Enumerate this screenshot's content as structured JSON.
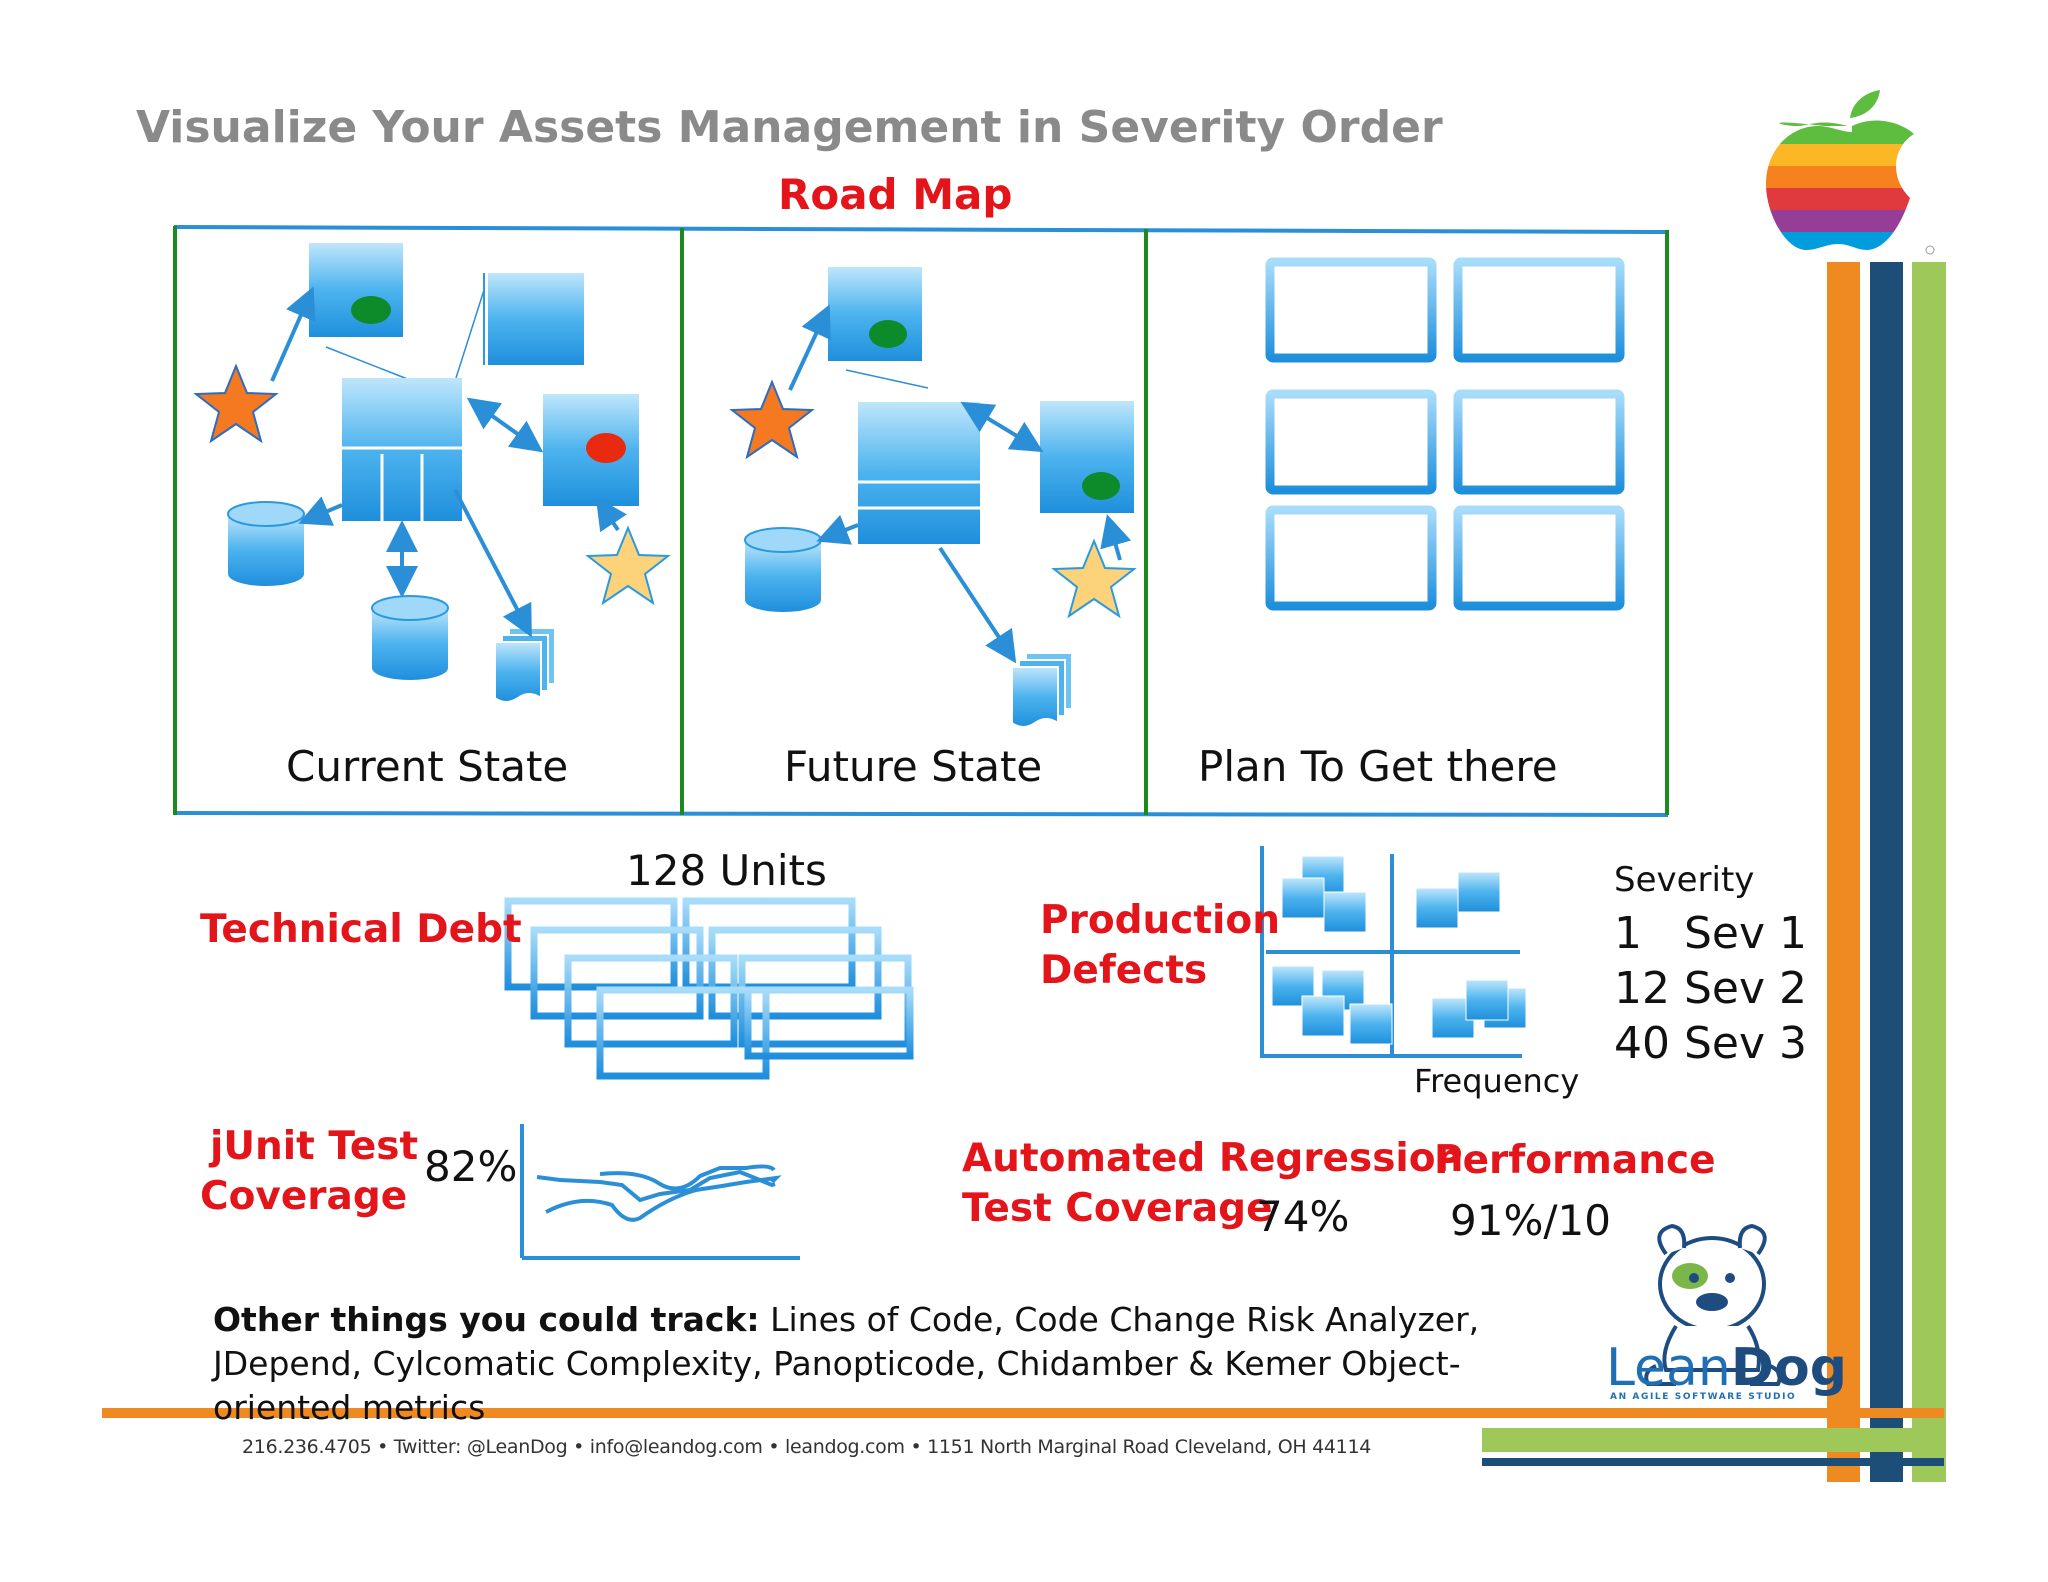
{
  "header": {
    "title": "Visualize Your Assets Management in Severity Order",
    "roadmap_label": "Road Map"
  },
  "roadmap_panels": [
    {
      "label": "Current State"
    },
    {
      "label": "Future State"
    },
    {
      "label": "Plan To Get there"
    }
  ],
  "metrics": {
    "technical_debt": {
      "label": "Technical Debt",
      "value": "128 Units"
    },
    "production_defects": {
      "label_line1": "Production",
      "label_line2": "Defects",
      "axis_label": "Frequency",
      "severity_title": "Severity",
      "severities": [
        "1   Sev 1",
        "12 Sev 2",
        "40 Sev 3"
      ]
    },
    "junit": {
      "label_line1": "jUnit Test",
      "label_line2": "Coverage",
      "value": "82%"
    },
    "regression": {
      "label_line1": "Automated Regression",
      "label_line2": "Test Coverage",
      "value": "74%"
    },
    "performance": {
      "label": "Performance",
      "value": "91%/10"
    }
  },
  "other_tracking": {
    "lead": "Other things you could track:",
    "text": " Lines of Code, Code Change Risk Analyzer, JDepend, Cylcomatic Complexity, Panopticode, Chidamber & Kemer Object-oriented metrics"
  },
  "branding": {
    "logo_name_part1": "Lean",
    "logo_name_part2": "Dog",
    "logo_tagline": "AN AGILE SOFTWARE STUDIO",
    "contact_line": "216.236.4705 • Twitter: @LeanDog • info@leandog.com • leandog.com • 1151 North Marginal Road Cleveland, OH 44114"
  },
  "colors": {
    "accent_red": "#e4141b",
    "box_blue": "#2a9ae0",
    "stripe_orange": "#ef8a22",
    "stripe_navy": "#1d4e78",
    "stripe_green": "#9ec95a",
    "panel_border_green": "#1c8a1c"
  }
}
